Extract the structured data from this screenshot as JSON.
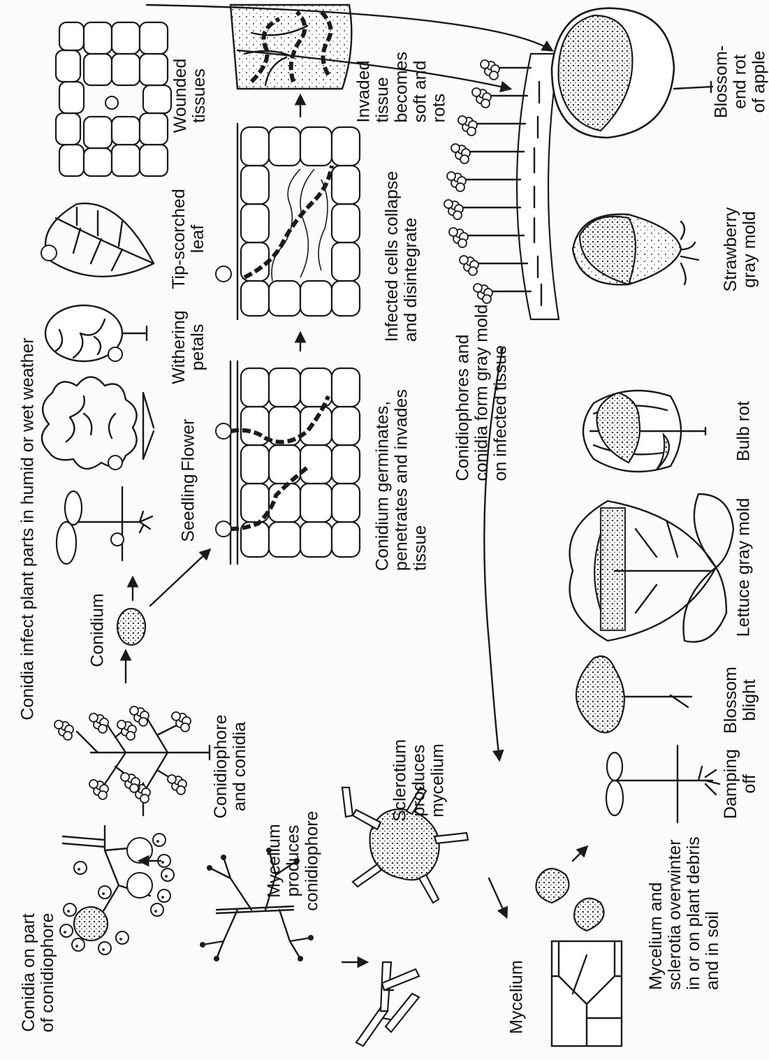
{
  "title": "Conidia infect plant parts in humid or wet weather",
  "stages": {
    "conidia_on_conidiophore": "Conidia on part\nof conidiophore",
    "conidiophore_and_conidia": "Conidiophore\nand conidia",
    "conidium": "Conidium",
    "mycelium_produces_conidiophore": "Mycelium\nproduces\nconidiophore",
    "sclerotium_produces_mycelium": "Sclerotium\nproduces\nmycelium",
    "mycelium": "Mycelium",
    "overwinter": "Mycelium and\nsclerotia overwinter\nin or on plant debris\nand in soil",
    "germinates": "Conidium germinates,\npenetrates and invades\ntissue",
    "collapse": "Infected cells collapse\nand disintegrate",
    "invaded": "Invaded tissue becomes\nsoft and rots",
    "gray_mold": "Conidiophores and\nconidia form gray mold\non infected tissue"
  },
  "hosts_top": {
    "seedling": "Seedling",
    "flower": "Flower",
    "withering_petals": "Withering\npetals",
    "tip_scorched_leaf": "Tip-scorched\nleaf",
    "wounded_tissues": "Wounded tissues"
  },
  "symptoms_bottom": {
    "damping_off": "Damping\noff",
    "blossom_blight": "Blossom\nblight",
    "lettuce_gray_mold": "Lettuce gray mold",
    "bulb_rot": "Bulb rot",
    "strawberry_gray_mold": "Strawberry\ngray mold",
    "blossom_end_rot": "Blossom-end rot\nof apple"
  },
  "icons": [
    "conidia-cluster-icon",
    "conidiophore-icon",
    "conidium-icon",
    "seedling-icon",
    "flower-icon",
    "petal-bud-icon",
    "leaf-icon",
    "wounded-tissue-icon",
    "tissue-section-icon",
    "mycelium-icon",
    "sclerotium-icon",
    "lettuce-icon",
    "bulb-icon",
    "strawberry-icon",
    "apple-icon",
    "arrow-icon"
  ]
}
